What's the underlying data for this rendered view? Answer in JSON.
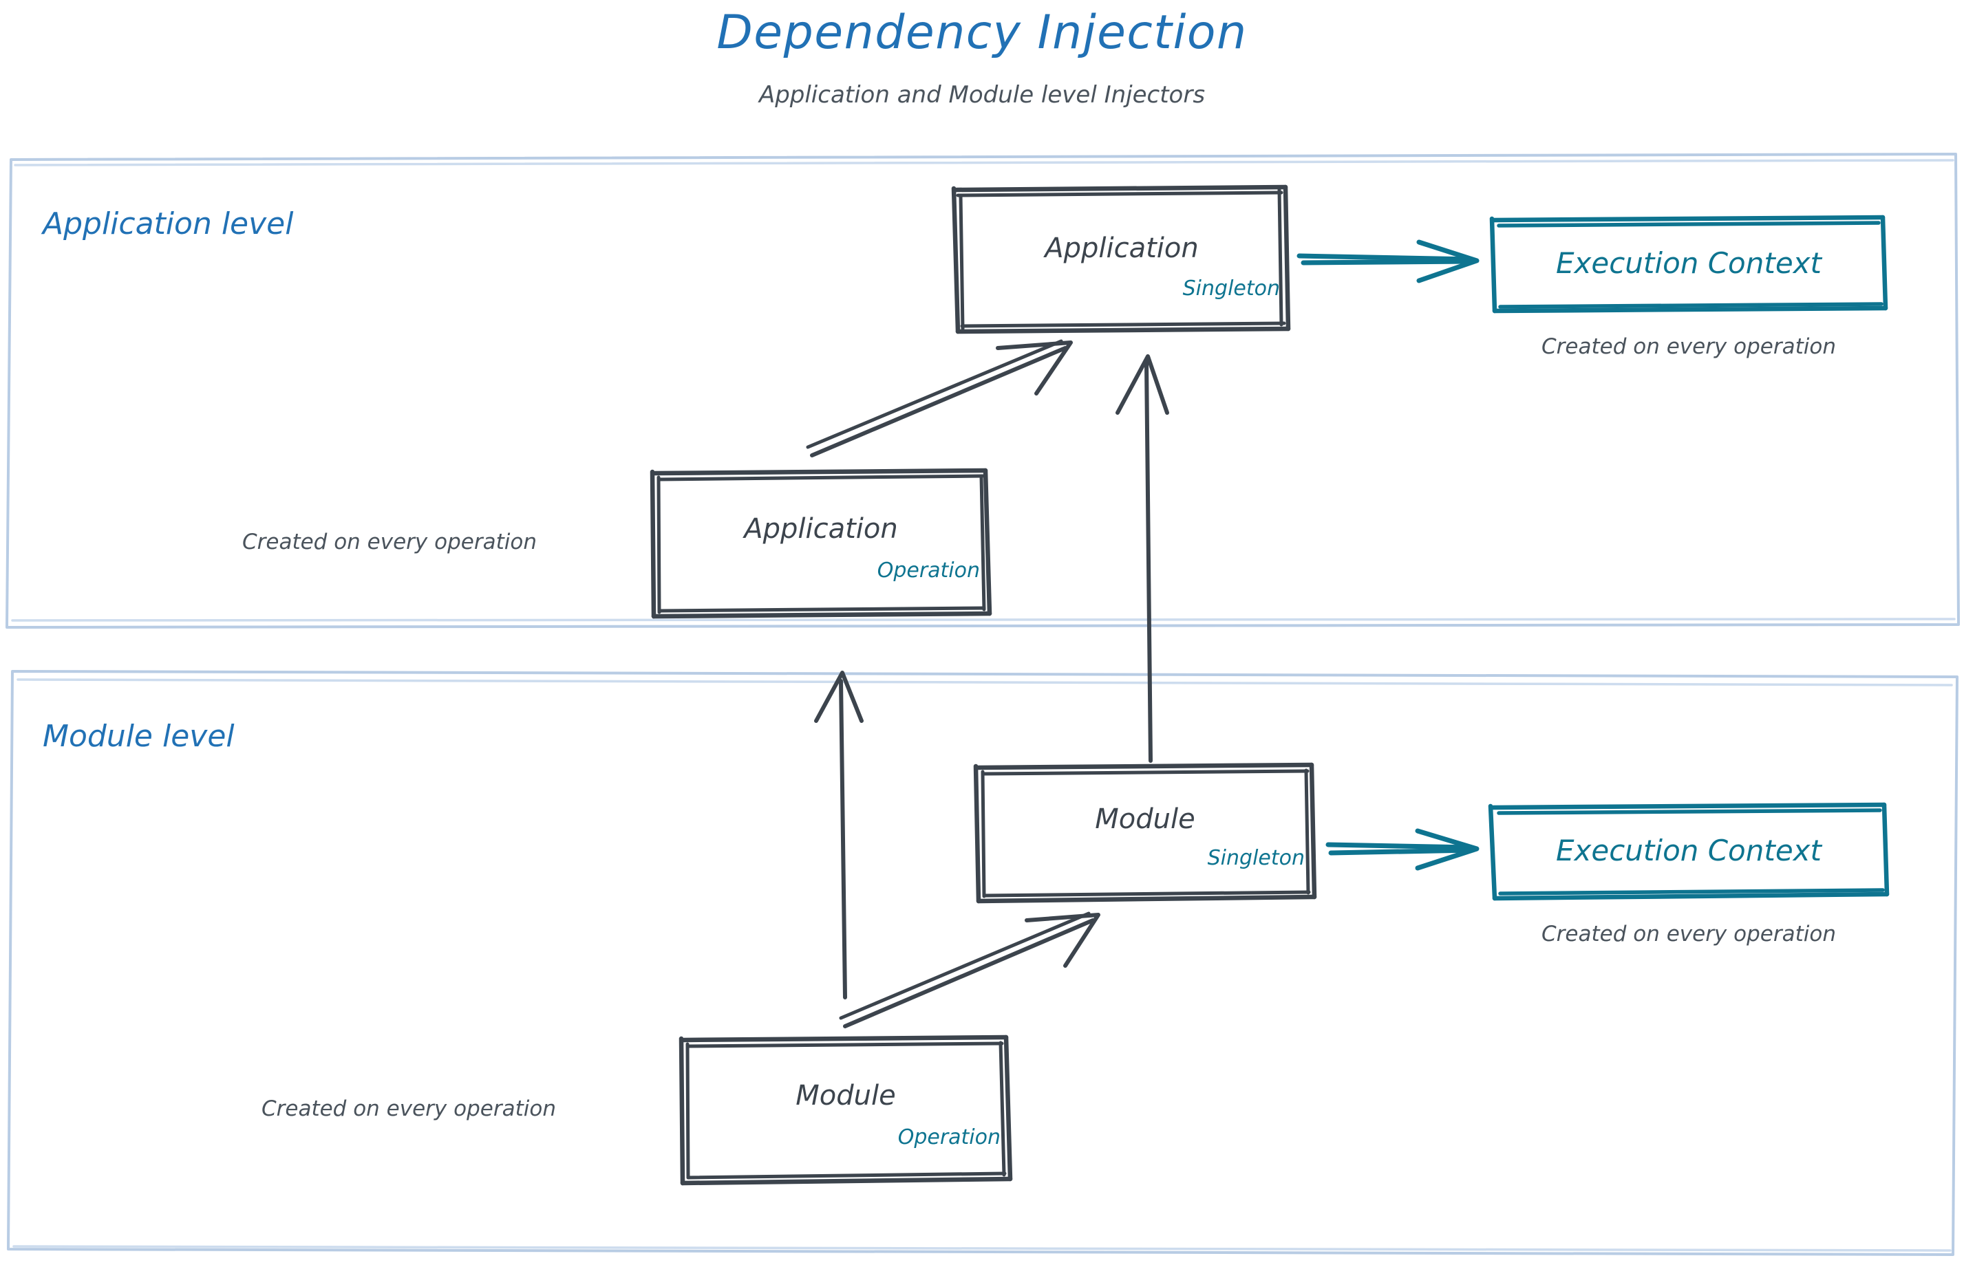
{
  "header": {
    "title": "Dependency Injection",
    "subtitle": "Application and Module level Injectors"
  },
  "colors": {
    "title_blue": "#2171b5",
    "zone_border_blue": "#b8cce4",
    "node_stroke_gray": "#3c444d",
    "accent_teal": "#0e7490",
    "caption_gray": "#4a535c",
    "background": "#ffffff"
  },
  "zones": [
    {
      "id": "application-level",
      "label": "Application level"
    },
    {
      "id": "module-level",
      "label": "Module level"
    }
  ],
  "nodes": [
    {
      "id": "application-singleton",
      "title": "Application",
      "scope": "Singleton",
      "zone": "application-level",
      "style": "gray"
    },
    {
      "id": "execution-context-application",
      "title": "Execution Context",
      "scope": "",
      "zone": "application-level",
      "style": "teal"
    },
    {
      "id": "application-operation",
      "title": "Application",
      "scope": "Operation",
      "zone": "application-level",
      "style": "gray"
    },
    {
      "id": "module-singleton",
      "title": "Module",
      "scope": "Singleton",
      "zone": "module-level",
      "style": "gray"
    },
    {
      "id": "execution-context-module",
      "title": "Execution Context",
      "scope": "",
      "zone": "module-level",
      "style": "teal"
    },
    {
      "id": "module-operation",
      "title": "Module",
      "scope": "Operation",
      "zone": "module-level",
      "style": "gray"
    }
  ],
  "captions": [
    {
      "id": "caption-exec-context-application",
      "text": "Created on every operation",
      "attached_to": "execution-context-application"
    },
    {
      "id": "caption-application-operation",
      "text": "Created on every operation",
      "attached_to": "application-operation"
    },
    {
      "id": "caption-exec-context-module",
      "text": "Created on every operation",
      "attached_to": "execution-context-module"
    },
    {
      "id": "caption-module-operation",
      "text": "Created on every operation",
      "attached_to": "module-operation"
    }
  ],
  "edges": [
    {
      "id": "edge-application-singleton-to-execution-context",
      "from": "application-singleton",
      "to": "execution-context-application",
      "color": "teal",
      "direction": "right"
    },
    {
      "id": "edge-application-operation-to-application-singleton",
      "from": "application-operation",
      "to": "application-singleton",
      "color": "gray",
      "direction": "up-right"
    },
    {
      "id": "edge-module-singleton-to-application-singleton",
      "from": "module-singleton",
      "to": "application-singleton",
      "color": "gray",
      "direction": "up"
    },
    {
      "id": "edge-module-singleton-to-execution-context",
      "from": "module-singleton",
      "to": "execution-context-module",
      "color": "teal",
      "direction": "right"
    },
    {
      "id": "edge-module-operation-to-module-singleton",
      "from": "module-operation",
      "to": "module-singleton",
      "color": "gray",
      "direction": "up-right"
    },
    {
      "id": "edge-module-operation-to-application-operation",
      "from": "module-operation",
      "to": "application-operation",
      "color": "gray",
      "direction": "up"
    }
  ]
}
